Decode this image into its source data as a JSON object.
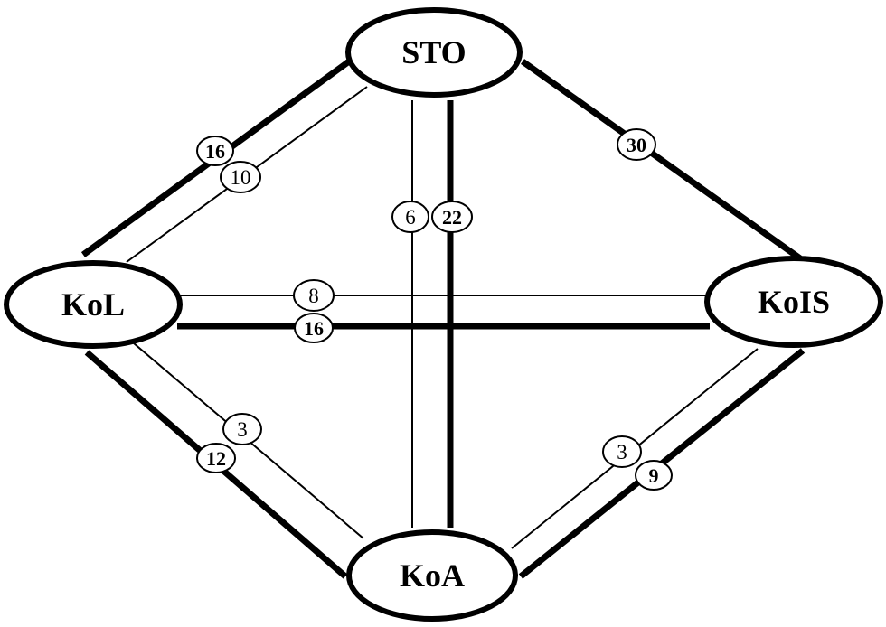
{
  "nodes": {
    "sto": {
      "label": "STO"
    },
    "kol": {
      "label": "KoL"
    },
    "kois": {
      "label": "KoIS"
    },
    "koa": {
      "label": "KoA"
    }
  },
  "edges": {
    "sto_kol_thick": {
      "label": "16",
      "weight": "thick"
    },
    "sto_kol_thin": {
      "label": "10",
      "weight": "thin"
    },
    "sto_koa_thin": {
      "label": "6",
      "weight": "thin"
    },
    "sto_koa_thick": {
      "label": "22",
      "weight": "thick"
    },
    "sto_kois_thick": {
      "label": "30",
      "weight": "thick"
    },
    "kol_kois_thin": {
      "label": "8",
      "weight": "thin"
    },
    "kol_kois_thick": {
      "label": "16",
      "weight": "thick"
    },
    "kol_koa_thin": {
      "label": "3",
      "weight": "thin"
    },
    "kol_koa_thick": {
      "label": "12",
      "weight": "thick"
    },
    "koa_kois_thin": {
      "label": "3",
      "weight": "thin"
    },
    "koa_kois_thick": {
      "label": "9",
      "weight": "thick"
    }
  },
  "colors": {
    "stroke": "#000000",
    "fill": "#ffffff"
  }
}
